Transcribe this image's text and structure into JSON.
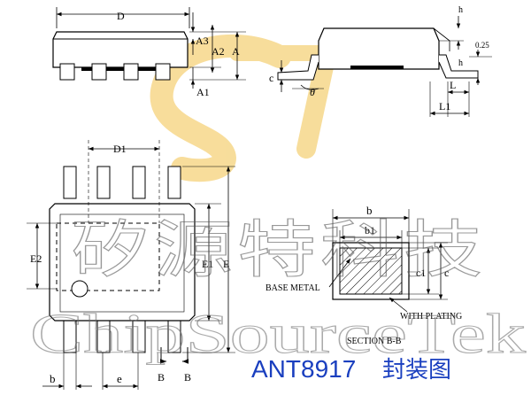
{
  "watermark": {
    "chinese": "矽源特科技",
    "latin": "ChipSourceTek",
    "logo_color": "#f5d27a"
  },
  "dims": {
    "D": "D",
    "A3": "A3",
    "A2": "A2",
    "A": "A",
    "A1": "A1",
    "h": "h",
    "val_025": "0.25",
    "c": "c",
    "theta": "θ",
    "L": "L",
    "L1": "L1",
    "D1": "D1",
    "E2": "E2",
    "E1": "E1",
    "E": "E",
    "b": "b",
    "e": "e",
    "B_left": "B",
    "B_right": "B"
  },
  "section": {
    "b": "b",
    "b1": "b1",
    "c1": "c1",
    "c": "c",
    "base_metal": "BASE METAL",
    "with_plating": "WITH PLATING",
    "title": "SECTION B-B"
  },
  "caption": {
    "part": "ANT8917",
    "suffix": "封装图",
    "color": "#1a3fbf"
  }
}
